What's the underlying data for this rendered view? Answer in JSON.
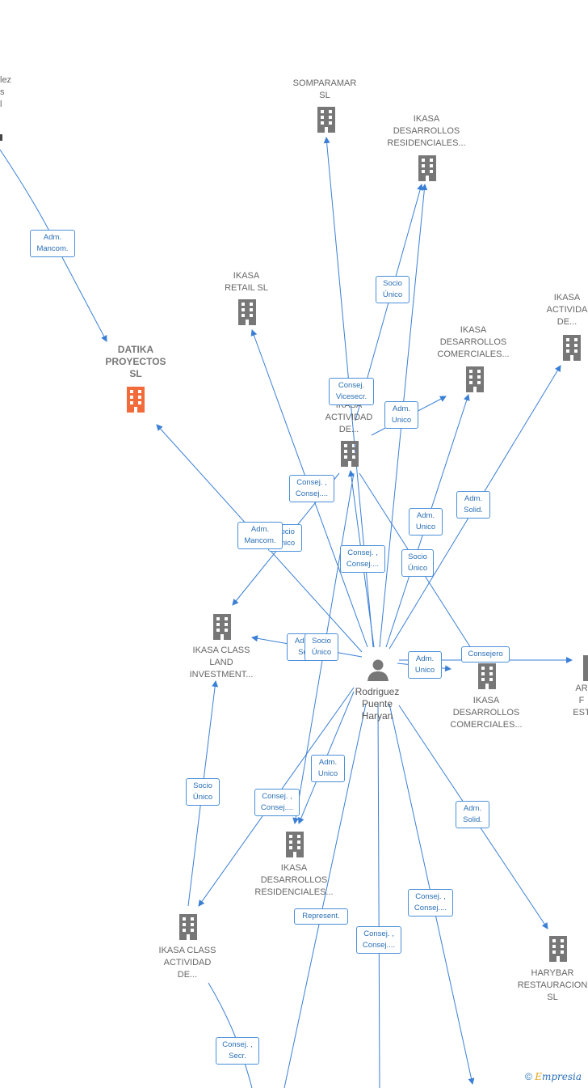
{
  "colors": {
    "edge": "#3a7fd5",
    "building": "#777777",
    "building_highlight": "#f26b3a",
    "badge_border": "#4a90d9",
    "badge_text": "#2a6fb5"
  },
  "nodes": {
    "topleft_partial": "lez\ns\nl",
    "somparamar": "SOMPARAMAR\nSL",
    "ikasa_des_res_top": "IKASA\nDESARROLLOS\nRESIDENCIALES...",
    "datika": "DATIKA\nPROYECTOS\nSL",
    "ikasa_retail": "IKASA\nRETAIL  SL",
    "ikasa_des_com_top": "IKASA\nDESARROLLOS\nCOMERCIALES...",
    "ikasa_act_right": "IKASA\nACTIVIDA\nDE...",
    "ikasa_act_center": "IKASA\nACTIVIDAD\nDE...",
    "ikasa_class_land": "IKASA CLASS\nLAND\nINVESTMENT...",
    "ikasa_des_com_mid": "IKASA\nDESARROLLOS\nCOMERCIALES...",
    "ar_partial": "AR\nF\nEST",
    "ikasa_des_res_bottom": "IKASA\nDESARROLLOS\nRESIDENCIALES...",
    "ikasa_class_act": "IKASA CLASS\nACTIVIDAD\nDE...",
    "harybar": "HARYBAR\nRESTAURACION\nSL"
  },
  "person": {
    "name": "Rodriguez\nPuente\nHaryan",
    "icon": "person-icon"
  },
  "badges": {
    "adm_mancom_top": "Adm.\nMancom.",
    "socio_unico_top": "Socio\nÚnico",
    "consej_vicesecr": "Consej.\nVicesecr.",
    "adm_unico_1": "Adm.\nUnico",
    "adm_solid_right": "Adm.\nSolid.",
    "consej_consej_1": "Consej. ,\nConsej....",
    "socio_unico_mid": "Socio\nÚnico",
    "adm_mancom_mid": "Adm.\nMancom.",
    "adm_unico_2": "Adm.\nUnico",
    "consej_consej_2": "Consej. ,\nConsej....",
    "socio_unico_3": "Socio\nÚnico",
    "adm_solid_partial": "Adm.\nSol",
    "socio_unico_4": "Socio\nÚnico",
    "adm_unico_3": "Adm.\nUnico",
    "consejero": "Consejero",
    "socio_unico_5": "Socio\nÚnico",
    "adm_unico_4": "Adm.\nUnico",
    "consej_consej_3": "Consej. ,\nConsej....",
    "adm_solid_2": "Adm.\nSolid.",
    "consej_consej_4": "Consej. ,\nConsej....",
    "represent": "Represent.",
    "consej_consej_5": "Consej. ,\nConsej....",
    "consej_secr": "Consej. ,\nSecr."
  },
  "footer": {
    "copyright": "©",
    "brand_first": "E",
    "brand_rest": "mpresia"
  }
}
